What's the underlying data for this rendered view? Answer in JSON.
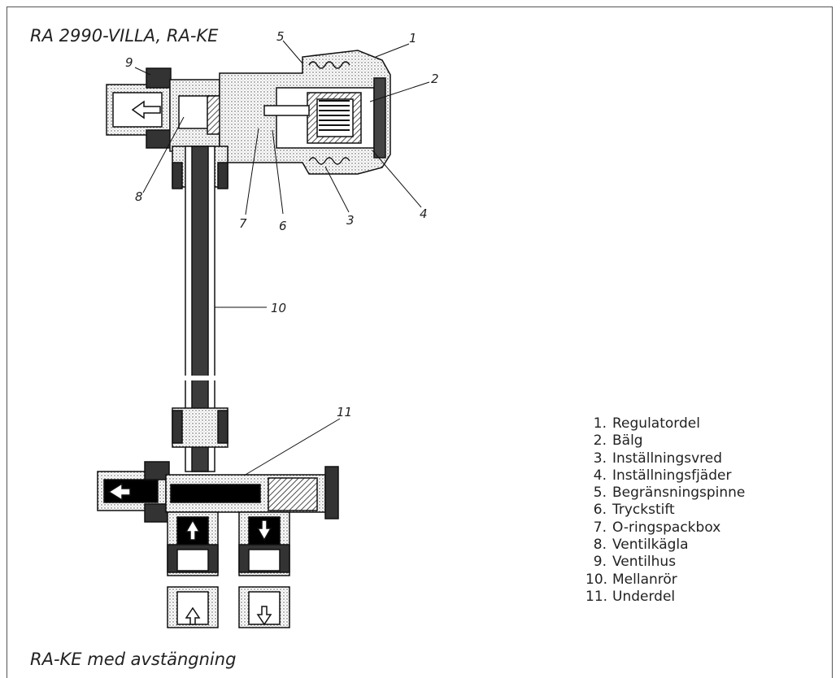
{
  "title": "RA 2990-VILLA, RA-KE",
  "footer": "RA-KE med avstängning",
  "callouts": [
    "1",
    "2",
    "3",
    "4",
    "5",
    "6",
    "7",
    "8",
    "9",
    "10",
    "11"
  ],
  "legend": [
    {
      "num": "1.",
      "label": "Regulatordel"
    },
    {
      "num": "2.",
      "label": "Bälg"
    },
    {
      "num": "3.",
      "label": "Inställningsvred"
    },
    {
      "num": "4.",
      "label": "Inställningsfjäder"
    },
    {
      "num": "5.",
      "label": "Begränsningspinne"
    },
    {
      "num": "6.",
      "label": "Tryckstift"
    },
    {
      "num": "7.",
      "label": "O-ringspackbox"
    },
    {
      "num": "8.",
      "label": "Ventilkägla"
    },
    {
      "num": "9.",
      "label": "Ventilhus"
    },
    {
      "num": "10.",
      "label": "Mellanrör"
    },
    {
      "num": "11.",
      "label": "Underdel"
    }
  ]
}
